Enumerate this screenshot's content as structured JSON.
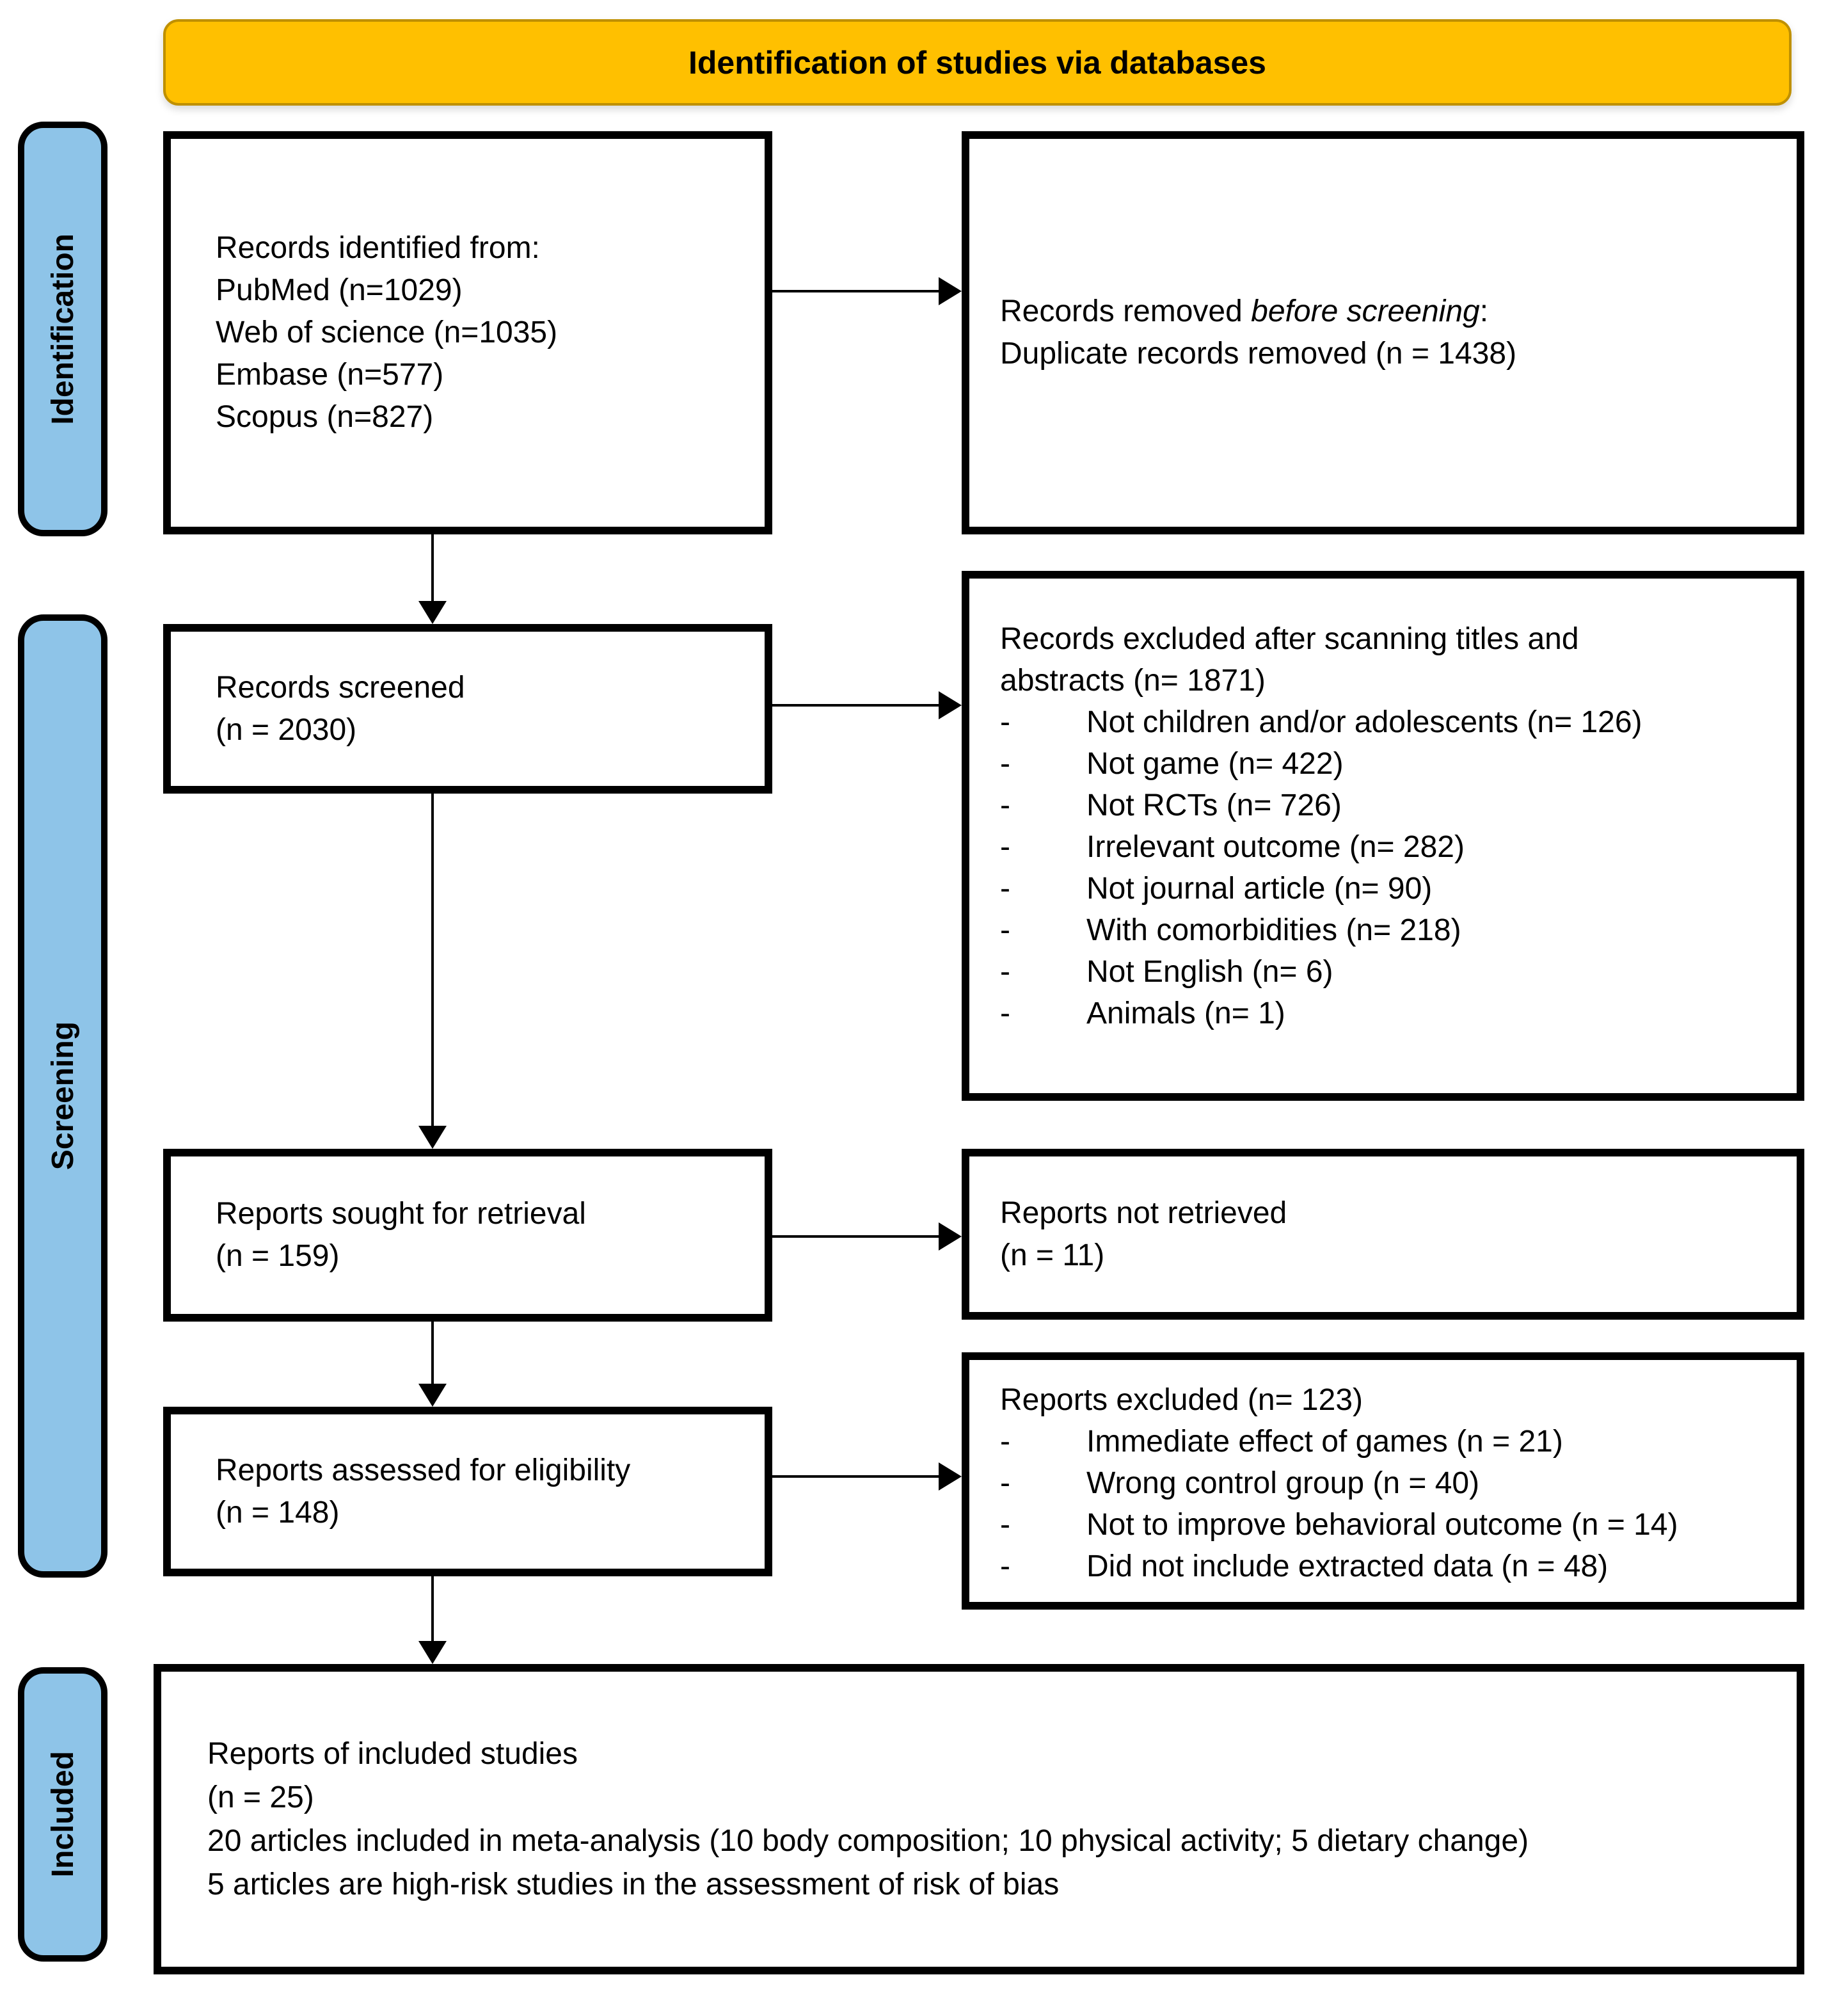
{
  "bullet_char": "-",
  "colors": {
    "header_fill": "#FFC000",
    "header_border": "#BF9000",
    "stage_fill": "#8EC4E8",
    "box_border": "#000000"
  },
  "header": {
    "title": "Identification of studies via databases"
  },
  "stages": {
    "identification": "Identification",
    "screening": "Screening",
    "included": "Included"
  },
  "boxes": {
    "records_identified": {
      "lines": [
        "Records identified from:",
        "PubMed (n=1029)",
        "Web of science (n=1035)",
        "Embase (n=577)",
        "Scopus (n=827)"
      ]
    },
    "records_removed": {
      "line1_prefix": "Records removed ",
      "line1_italic": "before screening",
      "line1_suffix": ":",
      "line2": "Duplicate records removed  (n = 1438)"
    },
    "records_screened": {
      "lines": [
        "Records screened",
        "(n = 2030)"
      ]
    },
    "records_excluded": {
      "heading_lines": [
        "Records excluded after scanning titles and",
        "abstracts (n= 1871)"
      ],
      "bullets": [
        "Not children and/or adolescents (n= 126)",
        "Not game (n= 422)",
        "Not RCTs (n= 726)",
        "Irrelevant outcome (n= 282)",
        "Not journal article (n= 90)",
        "With comorbidities (n= 218)",
        "Not English (n= 6)",
        "Animals (n= 1)"
      ]
    },
    "reports_sought": {
      "lines": [
        "Reports sought for retrieval",
        "(n = 159)"
      ]
    },
    "reports_not_retrieved": {
      "lines": [
        "Reports not retrieved",
        "(n = 11)"
      ]
    },
    "reports_assessed": {
      "lines": [
        "Reports assessed for eligibility",
        "(n = 148)"
      ]
    },
    "reports_excluded": {
      "heading": "Reports excluded (n= 123)",
      "bullets": [
        "Immediate effect of games (n = 21)",
        "Wrong control group (n = 40)",
        "Not to improve behavioral outcome (n = 14)",
        "Did not include extracted data (n = 48)"
      ]
    },
    "included_studies": {
      "lines": [
        "Reports of included studies",
        "(n = 25)",
        "20 articles included in meta-analysis (10 body composition; 10 physical activity; 5 dietary change)",
        "5 articles are high-risk studies in the assessment of risk of bias"
      ]
    }
  }
}
